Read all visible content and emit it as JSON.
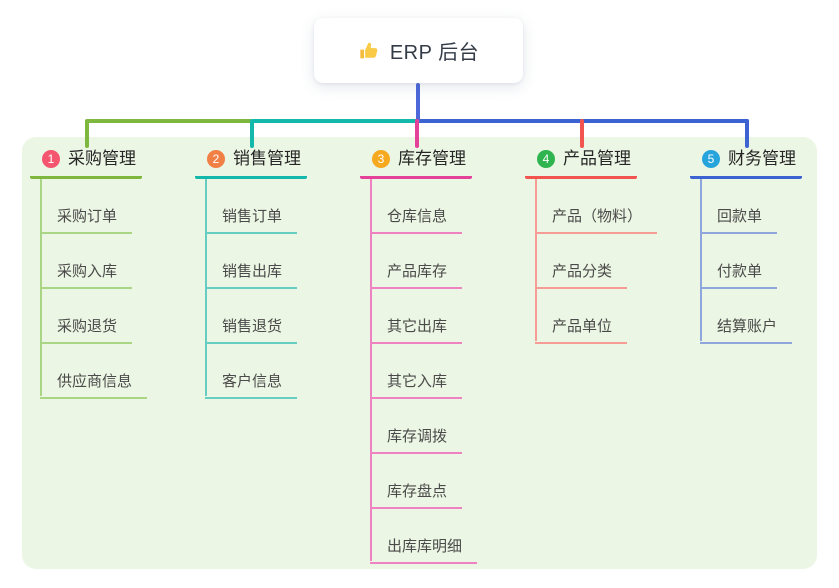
{
  "root": {
    "title": "ERP 后台",
    "icon": "thumbs-up"
  },
  "colors": {
    "panel_bg": "#ecf6e4",
    "root_connector": "#4c68d9",
    "root_text": "#333b47",
    "child_text": "#4a4a4a"
  },
  "branches": [
    {
      "number": "1",
      "label": "采购管理",
      "badge_color": "#f4566f",
      "line_color": "#7db73e",
      "child_line_color": "#a9d584",
      "children": [
        "采购订单",
        "采购入库",
        "采购退货",
        "供应商信息"
      ]
    },
    {
      "number": "2",
      "label": "销售管理",
      "badge_color": "#f08045",
      "line_color": "#14b8ab",
      "child_line_color": "#67ccc2",
      "children": [
        "销售订单",
        "销售出库",
        "销售退货",
        "客户信息"
      ]
    },
    {
      "number": "3",
      "label": "库存管理",
      "badge_color": "#f6a91f",
      "line_color": "#e44198",
      "child_line_color": "#ef82c1",
      "children": [
        "仓库信息",
        "产品库存",
        "其它出库",
        "其它入库",
        "库存调拨",
        "库存盘点",
        "出库库明细"
      ]
    },
    {
      "number": "4",
      "label": "产品管理",
      "badge_color": "#2fb44f",
      "line_color": "#f2544f",
      "child_line_color": "#f79b97",
      "children": [
        "产品（物料）",
        "产品分类",
        "产品单位"
      ]
    },
    {
      "number": "5",
      "label": "财务管理",
      "badge_color": "#27a4dc",
      "line_color": "#3d63d2",
      "child_line_color": "#8ea6dc",
      "children": [
        "回款单",
        "付款单",
        "结算账户"
      ]
    }
  ]
}
